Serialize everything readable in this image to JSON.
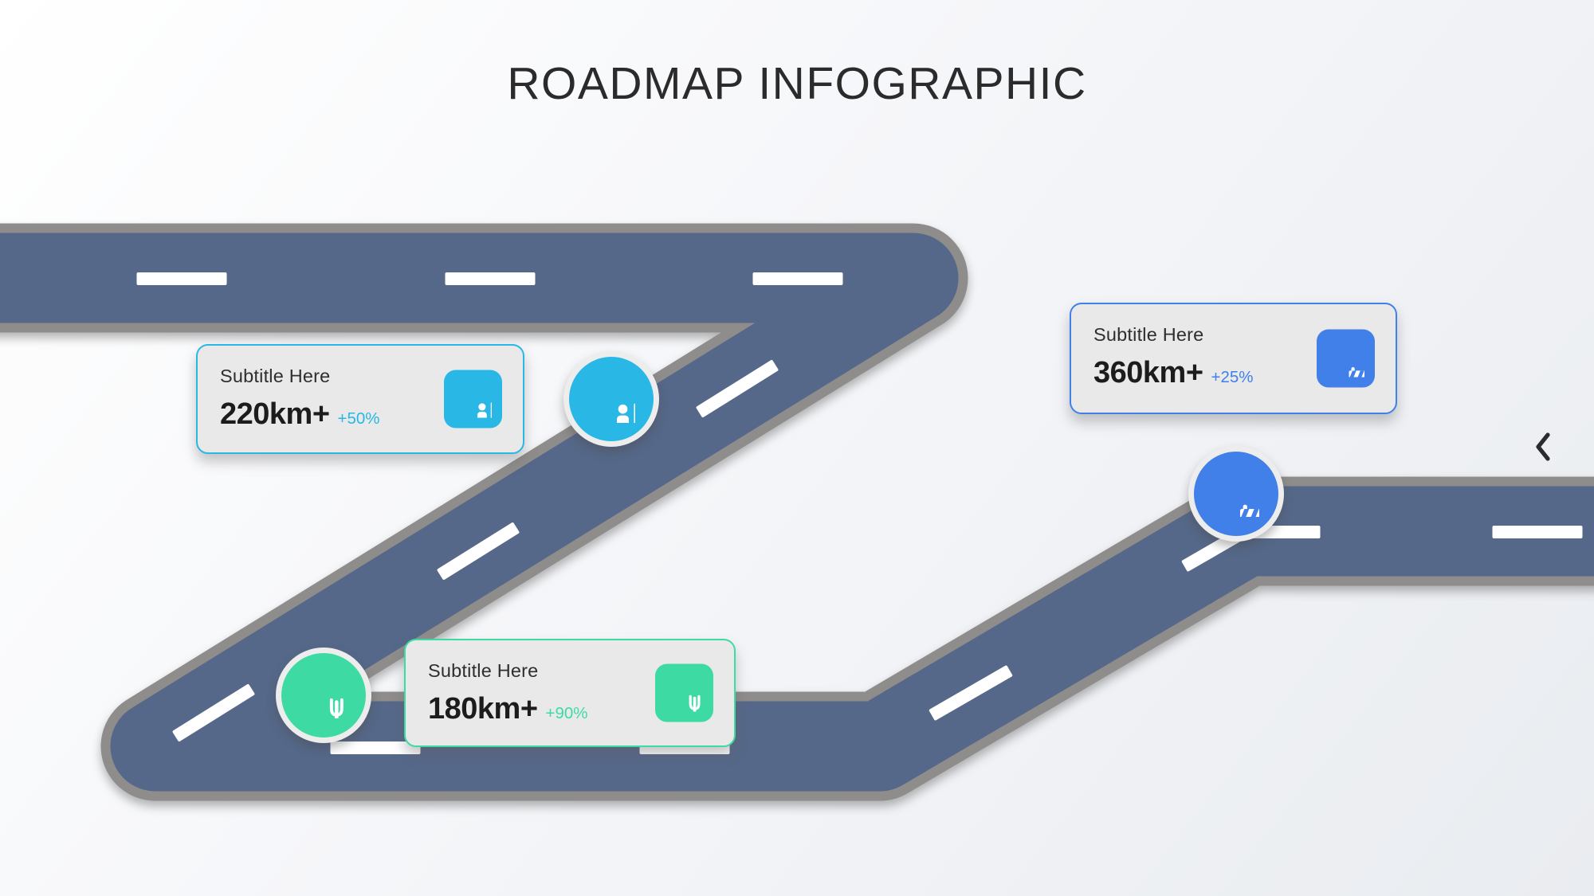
{
  "title": "ROADMAP INFOGRAPHIC",
  "colors": {
    "road_fill": "#566889",
    "road_border": "#8f8c8c",
    "dash": "#ffffff",
    "bg_from": "#ffffff",
    "bg_to": "#e9ecf0",
    "text_dark": "#2b2b2b",
    "card_bg": "#e9e9e9"
  },
  "nav": {
    "back_icon": "chevron-left"
  },
  "milestones": [
    {
      "subtitle": "Subtitle Here",
      "value": "220km+",
      "delta": "+50%",
      "icon": "restroom-icon",
      "accent": "#29b7e6"
    },
    {
      "subtitle": "Subtitle Here",
      "value": "180km+",
      "delta": "+90%",
      "icon": "fork-knife-icon",
      "accent": "#3edaa4"
    },
    {
      "subtitle": "Subtitle Here",
      "value": "360km+",
      "delta": "+25%",
      "icon": "barrier-icon",
      "accent": "#4080e8"
    }
  ]
}
